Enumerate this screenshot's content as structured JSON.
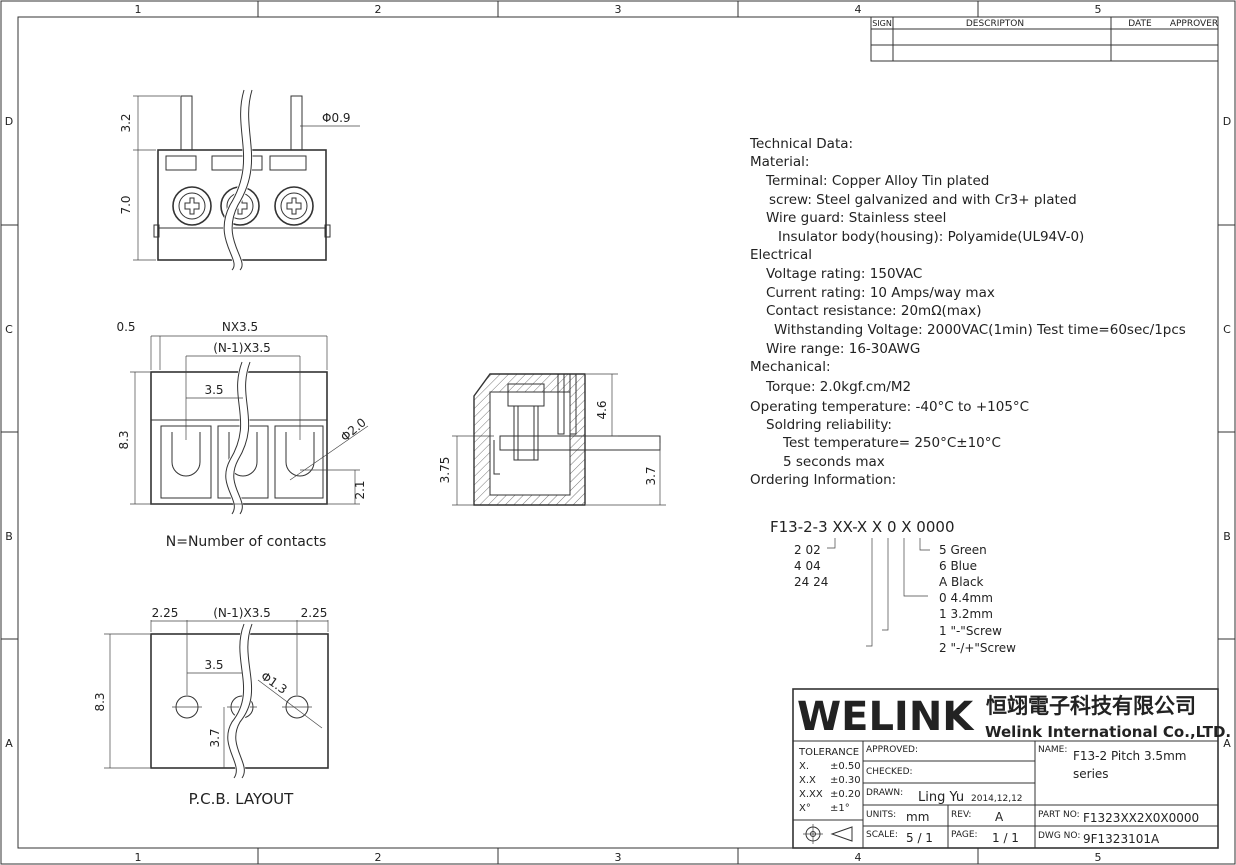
{
  "border": {
    "columns": [
      "1",
      "2",
      "3",
      "4",
      "5"
    ],
    "rows": [
      "D",
      "C",
      "B",
      "A"
    ]
  },
  "revision_table": {
    "headers": [
      "SIGN",
      "DESCRIPTON",
      "DATE",
      "APPROVER"
    ]
  },
  "views": {
    "top_view": {
      "dims": {
        "pin_height": "3.2",
        "pin_dia": "Φ0.9",
        "height": "7.0"
      }
    },
    "front_view": {
      "dims": {
        "offset": "0.5",
        "total": "NX3.5",
        "span": "(N-1)X3.5",
        "pitch": "3.5",
        "height": "8.3",
        "hole_dia": "Φ2.0",
        "hole_height": "2.1"
      },
      "caption": "N=Number of contacts"
    },
    "side_view": {
      "dims": {
        "top": "4.6",
        "left": "3.75",
        "right": "3.7"
      }
    },
    "pcb_layout": {
      "dims": {
        "margin_left": "2.25",
        "span": "(N-1)X3.5",
        "margin_right": "2.25",
        "pitch": "3.5",
        "hole_dia": "Φ1.3",
        "height": "8.3",
        "hole_pos": "3.7"
      },
      "caption": "P.C.B. LAYOUT"
    }
  },
  "tech_data": {
    "lines": [
      "Technical Data:",
      "Material:",
      "Terminal: Copper Alloy Tin plated",
      "screw: Steel galvanized and with Cr3+ plated",
      "Wire guard: Stainless steel",
      "Insulator body(housing): Polyamide(UL94V-0)",
      "Electrical",
      "Voltage rating: 150VAC",
      "Current rating: 10 Amps/way max",
      "Contact resistance: 20mΩ(max)",
      "Withstanding Voltage: 2000VAC(1min) Test time=60sec/1pcs",
      "Wire range: 16-30AWG",
      "Mechanical:",
      "Torque: 2.0kgf.cm/M2",
      "Operating temperature: -40°C to +105°C",
      "Soldring reliability:",
      "Test temperature= 250°C±10°C",
      "5 seconds max",
      "Ordering Information:"
    ]
  },
  "ordering": {
    "code": "F13-2-3 XX-X X 0 X 0000",
    "poles": [
      "2   02",
      "4   04",
      "24  24"
    ],
    "colors": [
      "5   Green",
      "6   Blue",
      "A   Black"
    ],
    "pin_length": [
      "0   4.4mm",
      "1   3.2mm"
    ],
    "screw": [
      "1   \"-\"Screw",
      "2   \"-/+\"Screw"
    ]
  },
  "title_block": {
    "logo": "WELINK",
    "company_cn": "恒翊電子科技有限公司",
    "company_en": "Welink International Co.,LTD.",
    "tolerance_label": "TOLERANCE",
    "tolerances": [
      [
        "X.",
        "±0.50"
      ],
      [
        "X.X",
        "±0.30"
      ],
      [
        "X.XX",
        "±0.20"
      ],
      [
        "X°",
        "±1°"
      ]
    ],
    "approved_label": "APPROVED:",
    "checked_label": "CHECKED:",
    "drawn_label": "DRAWN:",
    "drawn_by": "Ling Yu",
    "drawn_date": "2014,12,12",
    "units_label": "UNITS:",
    "units": "mm",
    "rev_label": "REV:",
    "rev": "A",
    "scale_label": "SCALE:",
    "scale": "5 / 1",
    "page_label": "PAGE:",
    "page": "1 / 1",
    "name_label": "NAME:",
    "name_line1": "F13-2  Pitch 3.5mm",
    "name_line2": "series",
    "part_label": "PART NO:",
    "part_no": "F1323XX2X0X0000",
    "dwg_label": "DWG NO:",
    "dwg_no": "9F1323101A"
  }
}
